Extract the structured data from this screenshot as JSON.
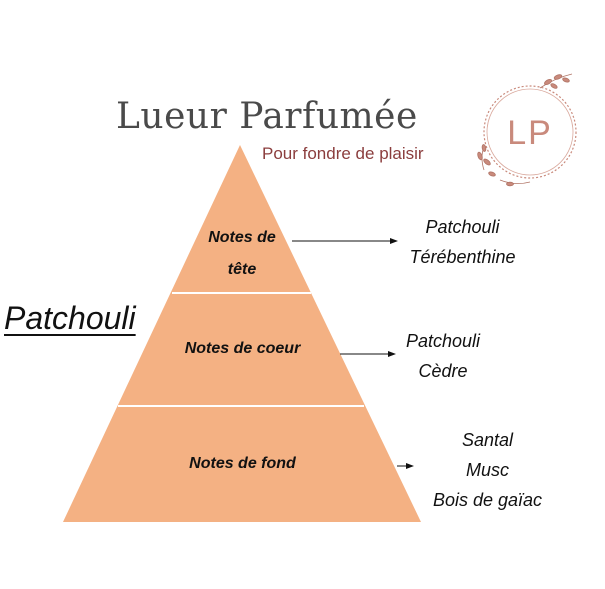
{
  "brand": {
    "name": "Lueur Parfumée",
    "tagline": "Pour fondre de plaisir",
    "logo_monogram": "LP",
    "logo_color": "#c98a7c",
    "title_color": "#4a4a4a",
    "tagline_color": "#8b3d3d"
  },
  "product_name": "Patchouli",
  "pyramid": {
    "fill_color": "#f4b183",
    "divider_color": "#ffffff",
    "tiers": [
      {
        "label_line1": "Notes de",
        "label_line2": "tête",
        "notes": [
          "Patchouli",
          "Térébenthine"
        ]
      },
      {
        "label": "Notes de coeur",
        "notes": [
          "Patchouli",
          "Cèdre"
        ]
      },
      {
        "label": "Notes de fond",
        "notes": [
          "Santal",
          "Musc",
          "Bois de gaïac"
        ]
      }
    ]
  }
}
